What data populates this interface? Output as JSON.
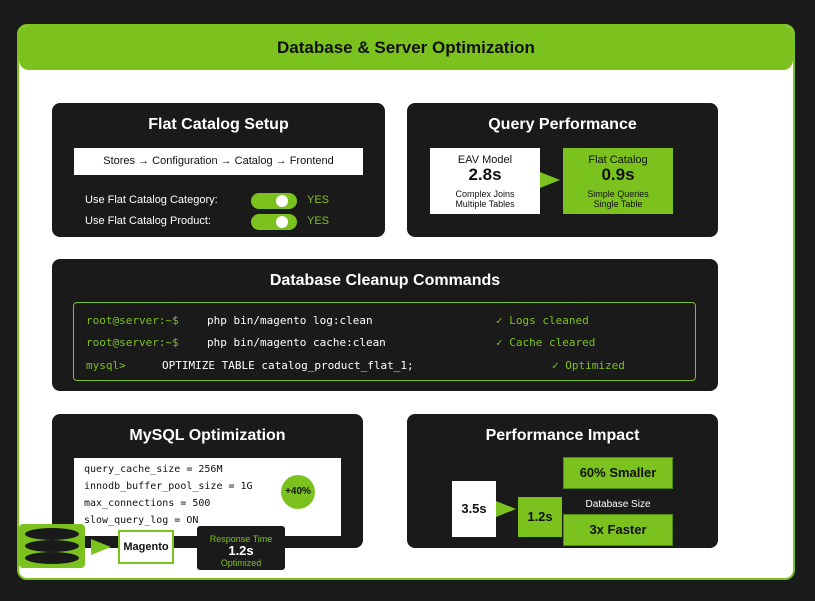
{
  "header": {
    "title": "Database & Server Optimization"
  },
  "flat_catalog": {
    "title": "Flat Catalog Setup",
    "path": "Stores → Configuration → Catalog → Frontend",
    "settings": [
      {
        "label": "Use Flat Catalog Category:",
        "value": "YES"
      },
      {
        "label": "Use Flat Catalog Product:",
        "value": "YES"
      }
    ]
  },
  "query_performance": {
    "title": "Query Performance",
    "eav": {
      "name": "EAV Model",
      "value": "2.8s",
      "desc1": "Complex Joins",
      "desc2": "Multiple Tables"
    },
    "flat": {
      "name": "Flat Catalog",
      "value": "0.9s",
      "desc1": "Simple Queries",
      "desc2": "Single Table"
    }
  },
  "cleanup": {
    "title": "Database Cleanup Commands",
    "lines": [
      {
        "prompt": "root@server:~$",
        "command": "php bin/magento log:clean",
        "result": "✓ Logs cleaned"
      },
      {
        "prompt": "root@server:~$",
        "command": "php bin/magento cache:clean",
        "result": "✓ Cache cleared"
      },
      {
        "prompt": "mysql>",
        "command": "OPTIMIZE TABLE catalog_product_flat_1;",
        "result": "✓ Optimized"
      }
    ]
  },
  "mysql": {
    "title": "MySQL Optimization",
    "config": [
      "query_cache_size = 256M",
      "innodb_buffer_pool_size = 1G",
      "max_connections = 500",
      "slow_query_log = ON"
    ],
    "gain": "+40%"
  },
  "impact": {
    "title": "Performance Impact",
    "before": "3.5s",
    "after": "1.2s",
    "size_reduction": "60% Smaller",
    "size_caption": "Database Size",
    "speedup": "3x Faster"
  },
  "flow": {
    "magento": "Magento",
    "response_title": "Response Time",
    "response_value": "1.2s",
    "response_sub": "Optimized"
  },
  "colors": {
    "accent": "#7cc21f",
    "dark": "#1a1a1a",
    "light": "#ffffff"
  }
}
